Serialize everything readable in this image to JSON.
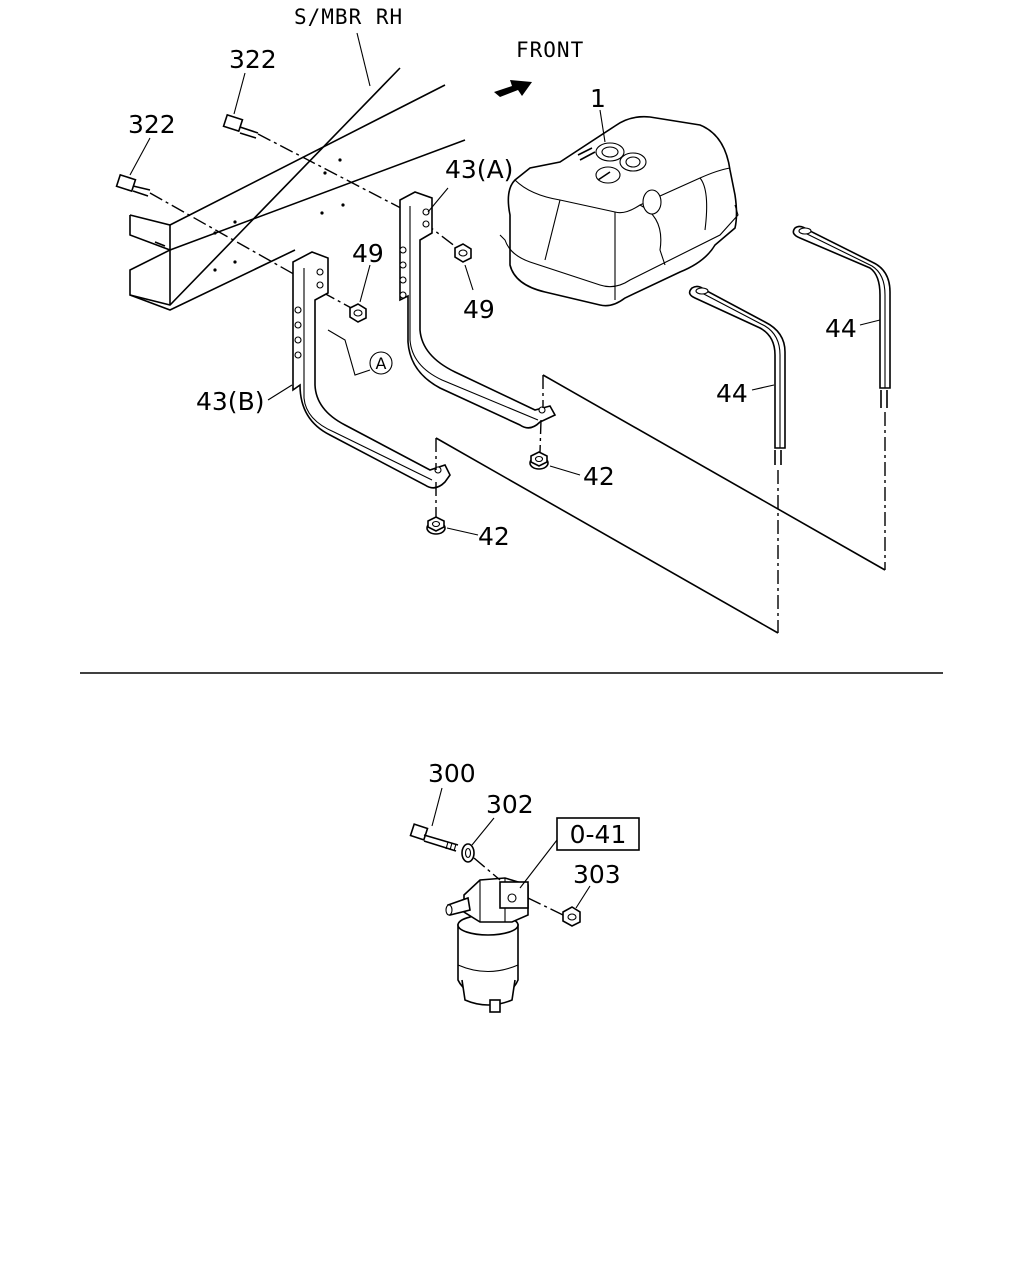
{
  "diagram": {
    "top": {
      "member_label": "S/MBR RH",
      "front_label": "FRONT",
      "parts": {
        "tank": "1",
        "bolt_a": "322",
        "bolt_b": "322",
        "bracket_a": "43(A)",
        "bracket_b": "43(B)",
        "nut_49_a": "49",
        "nut_49_b": "49",
        "nut_42_a": "42",
        "nut_42_b": "42",
        "band_a": "44",
        "band_b": "44"
      },
      "ref_marker": "A"
    },
    "bottom": {
      "parts": {
        "bolt": "300",
        "washer": "302",
        "nut": "303"
      },
      "ref_box": "0-41"
    }
  }
}
